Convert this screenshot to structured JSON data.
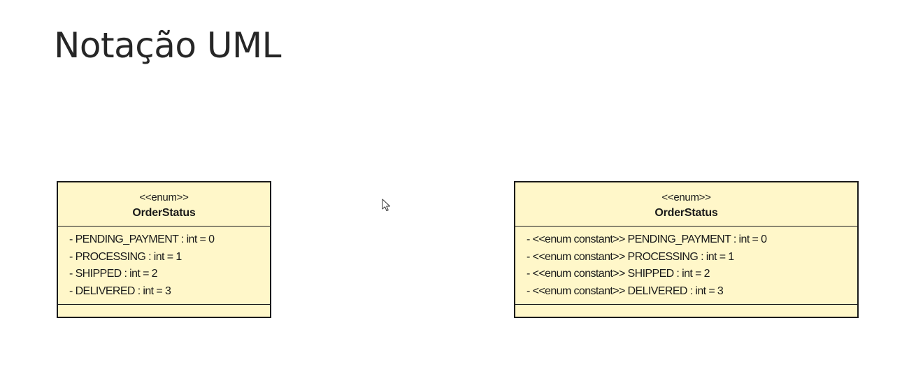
{
  "title": "Notação UML",
  "diagrams": [
    {
      "stereotype": "<<enum>>",
      "name": "OrderStatus",
      "attributes": [
        "- PENDING_PAYMENT : int = 0",
        "- PROCESSING : int = 1",
        "- SHIPPED : int = 2",
        "- DELIVERED : int = 3"
      ]
    },
    {
      "stereotype": "<<enum>>",
      "name": "OrderStatus",
      "attributes": [
        "- <<enum constant>> PENDING_PAYMENT : int = 0",
        "- <<enum constant>> PROCESSING : int = 1",
        "- <<enum constant>> SHIPPED : int = 2",
        "- <<enum constant>> DELIVERED : int = 3"
      ]
    }
  ],
  "cursor_icon": "mouse-pointer-icon",
  "colors": {
    "class_fill": "#fff7c9",
    "class_border": "#1a1a1a",
    "title_text": "#262626"
  }
}
